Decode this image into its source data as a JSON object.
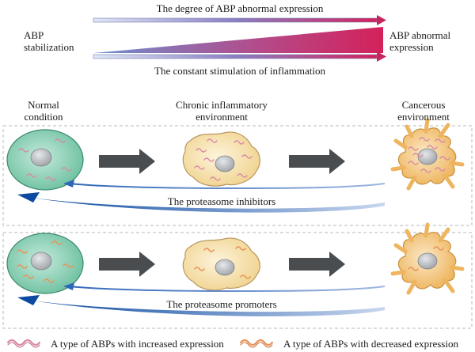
{
  "header": {
    "top_label": "The degree of ABP abnormal expression",
    "bottom_label": "The constant stimulation of inflammation",
    "left_label_line1": "ABP",
    "left_label_line2": "stabilization",
    "right_label_line1": "ABP abnormal",
    "right_label_line2": "expression"
  },
  "stages": [
    {
      "line1": "Normal",
      "line2": "condition"
    },
    {
      "line1": "Chronic inflammatory",
      "line2": "environment"
    },
    {
      "line1": "Cancerous",
      "line2": "environment"
    }
  ],
  "panels": [
    {
      "label": "The proteasome inhibitors"
    },
    {
      "label": "The proteasome promoters"
    }
  ],
  "legend": [
    {
      "label": "A type of ABPs with increased expression",
      "color": "#d98aa6"
    },
    {
      "label": "A type of ABPs with decreased expression",
      "color": "#e8945a"
    }
  ],
  "colors": {
    "normal_cell": "#6cc0a0",
    "inflamed_cell": "#f6e1b0",
    "cancer_cell": "#f2c57a",
    "nucleus": "#b9bcbf",
    "big_arrow": "#4a4d50",
    "return_arrow": "#1a5fb0",
    "gradient_start": "#6d8fd0",
    "gradient_end": "#d4215a"
  }
}
